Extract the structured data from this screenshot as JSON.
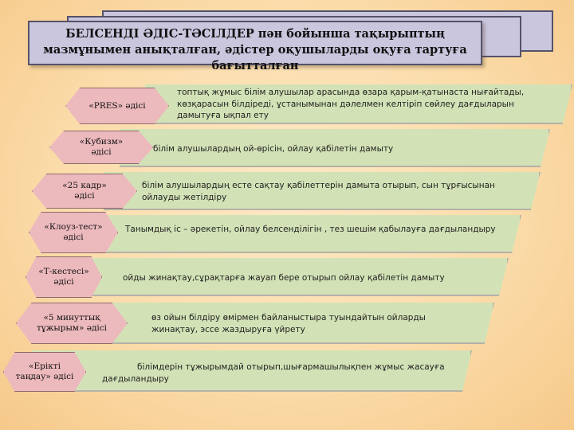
{
  "title": "БЕЛСЕНДІ ӘДІС-ТӘСІЛДЕР  пән бойынша тақырыптың мазмұнымен анықталған, әдістер оқушыларды оқуға тартуға бағытталған",
  "methods": [
    {
      "label": "«PRES» әдісі",
      "description": "топтық жұмыс білім алушылар арасында өзара қарым-қатынаста нығайтады, көзқарасын білдіреді, ұстанымынан дәлелмен келтіріп сөйлеу дағдыларын дамытуға ықпал ету"
    },
    {
      "label": "«Кубизм» әдісі",
      "description": "білім алушылардың ой-өрісін, ойлау қабілетін дамыту"
    },
    {
      "label": "«25 кадр» әдісі",
      "description": "білім алушылардың есте сақтау қабілеттерін дамыта  отырып, сын тұрғысынан ойлауды жетілдіру"
    },
    {
      "label": "«Клоуз-тест» әдісі",
      "description": "Танымдық іс – әрекетін, ойлау белсенділігін , тез шешім қабылауға дағдыландыру"
    },
    {
      "label": "«Т-кестесі» әдісі",
      "description": "ойды жинақтау,сұрақтарға жауап бере отырып ойлау қабілетін дамыту"
    },
    {
      "label": "«5 минуттық тұжырым» әдісі",
      "description": "өз ойын білдіру өмірмен байланыстыра туындайтын ойларды жинақтау, эссе жаздыруға үйрету"
    },
    {
      "label": "«Ерікті таңдау» әдісі",
      "description": "білімдерін тұжырымдай отырып,шығармашылықпен  жұмыс жасауға дағдыландыру"
    }
  ]
}
